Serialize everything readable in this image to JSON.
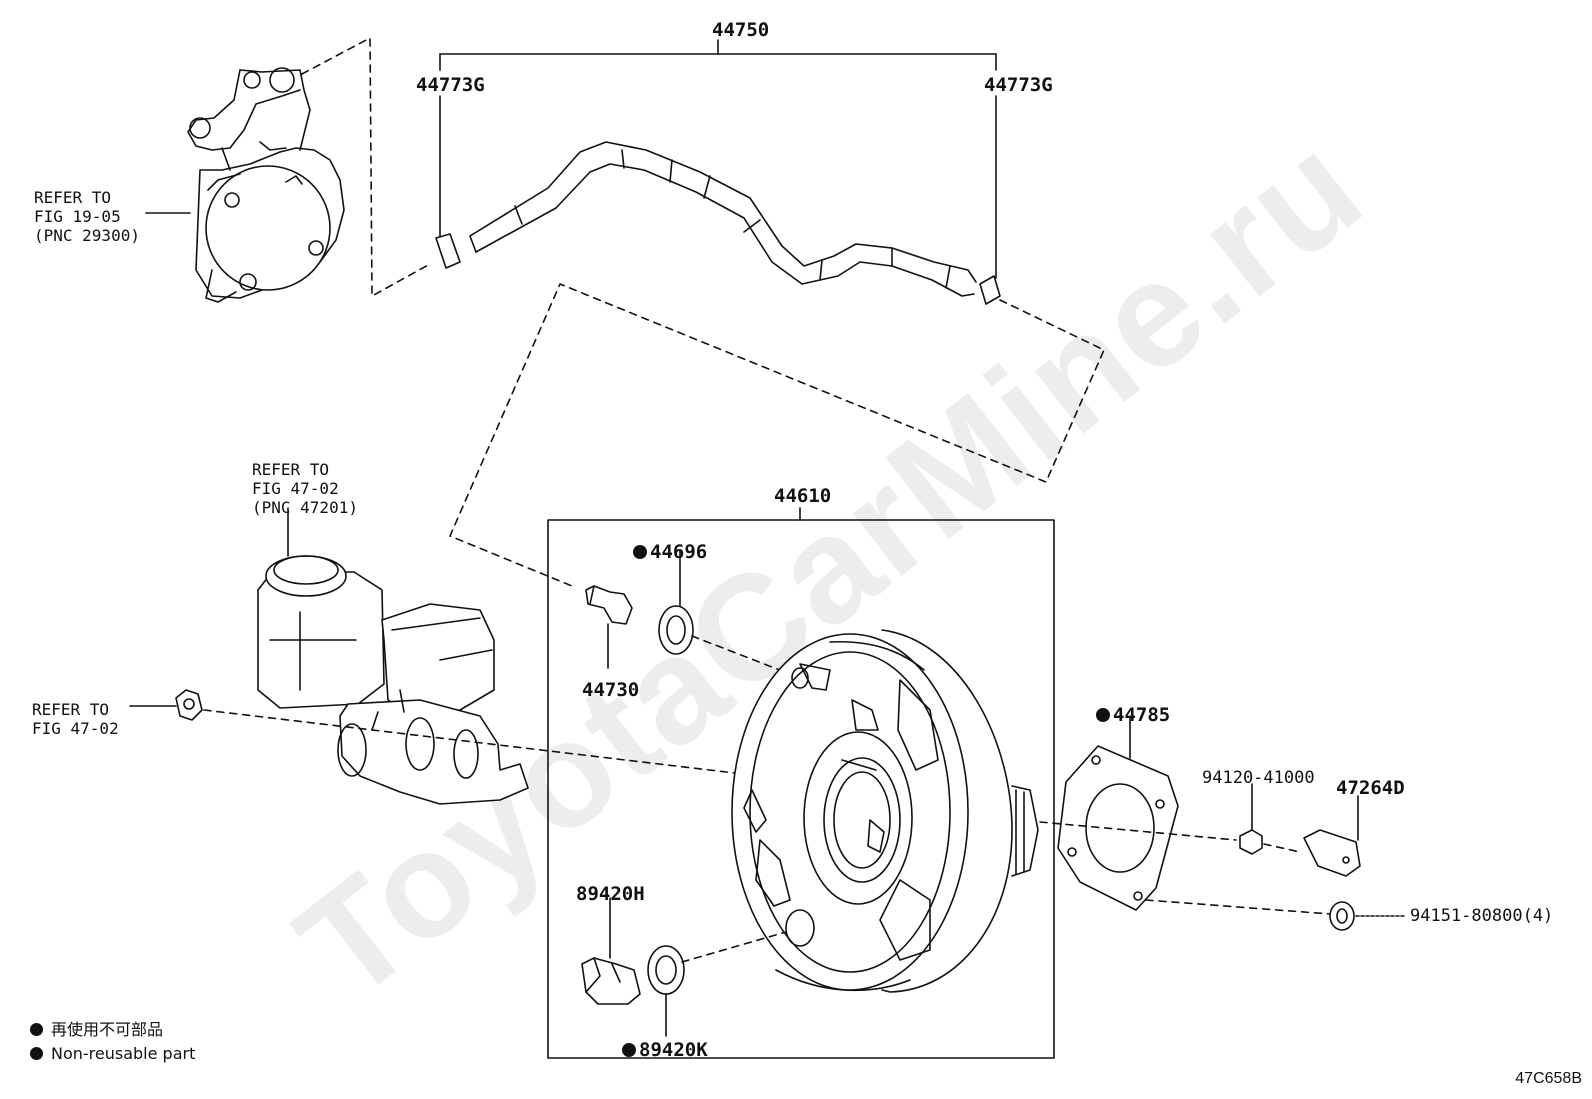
{
  "watermark": "ToyotaCarMine.ru",
  "part_labels": {
    "l44750": "44750",
    "l44773g_left": "44773G",
    "l44773g_right": "44773G",
    "l44610": "44610",
    "l44696": "44696",
    "l44730": "44730",
    "l44785": "44785",
    "l94120": "94120-41000",
    "l47264d": "47264D",
    "l94151": "94151-80800(4)",
    "l89420h": "89420H",
    "l89420k": "89420K"
  },
  "references": {
    "pump": [
      "REFER TO",
      "FIG 19-05",
      "(PNC 29300)"
    ],
    "master": [
      "REFER TO",
      "FIG 47-02",
      "(PNC 47201)"
    ],
    "nut": [
      "REFER TO",
      "FIG 47-02"
    ]
  },
  "legend": {
    "japanese": "再使用不可部品",
    "english": "Non-reusable part"
  },
  "figure_code": "47C658B"
}
